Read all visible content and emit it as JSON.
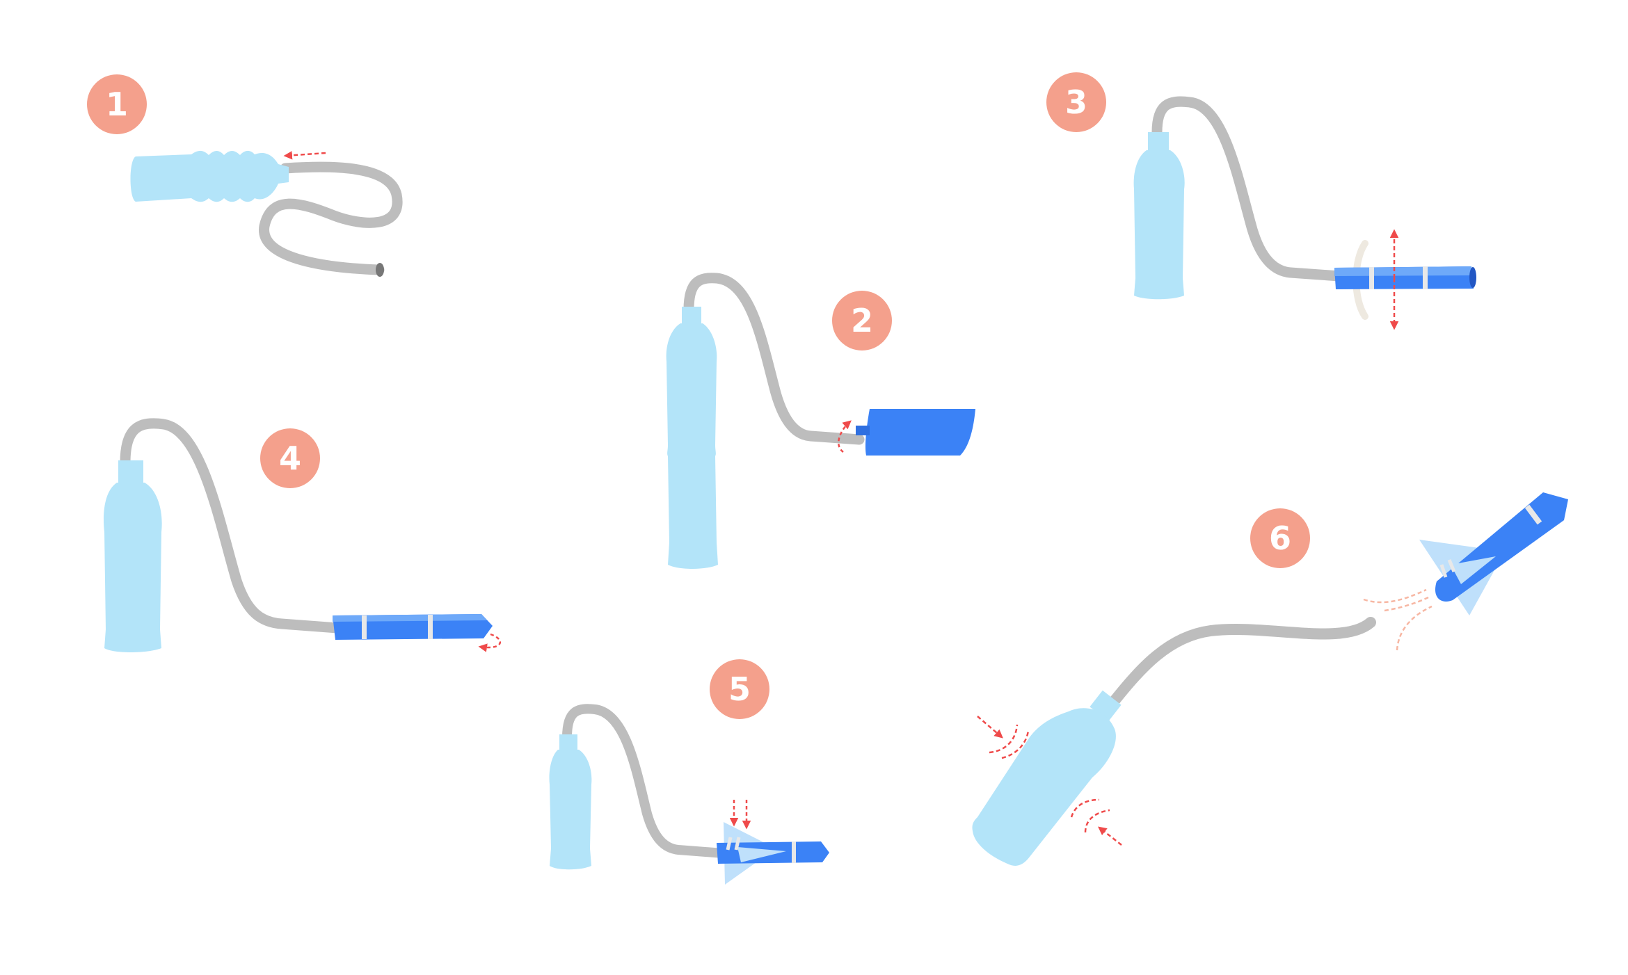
{
  "steps": [
    {
      "number": "1"
    },
    {
      "number": "2"
    },
    {
      "number": "3"
    },
    {
      "number": "4"
    },
    {
      "number": "5"
    },
    {
      "number": "6"
    }
  ],
  "colors": {
    "badge": "#f4a08c",
    "bottle": "#b3e4f9",
    "tube": "#bdbdbd",
    "tube_end": "#777777",
    "rocket_dark": "#3b82f6",
    "rocket_light": "#6ea9f9",
    "fin": "#bfe0fb",
    "band": "#e8e8e8",
    "arrow": "#ef4a4a",
    "air": "#f7b7a3",
    "paper": "#eee9e0"
  },
  "icons": [
    "bottle-icon",
    "tube-icon",
    "rocket-icon",
    "paper-sheet-icon",
    "red-dashed-arrow-icon",
    "air-flow-icon"
  ]
}
